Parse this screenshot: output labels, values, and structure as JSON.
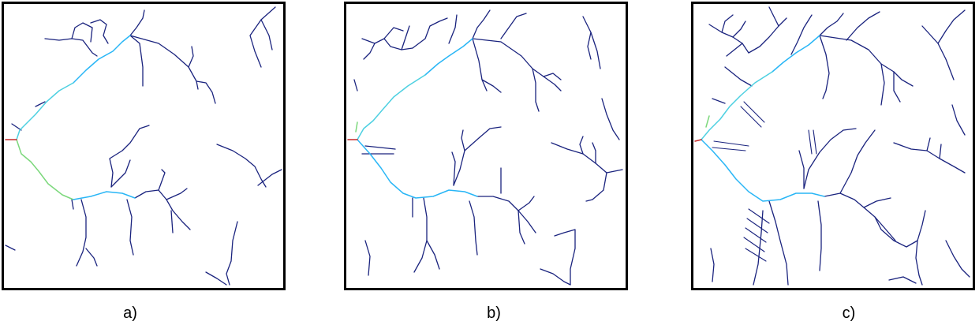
{
  "panels": [
    {
      "caption": "a)"
    },
    {
      "caption": "b)"
    },
    {
      "caption": "c)"
    }
  ],
  "colors": {
    "tributary": "#1a237e",
    "main_channel_mid": "#29b6f6",
    "main_channel_upper": "#4dd0e1",
    "main_channel_low": "#7cd87c",
    "outlet": "#c62828",
    "frame": "#000000"
  }
}
